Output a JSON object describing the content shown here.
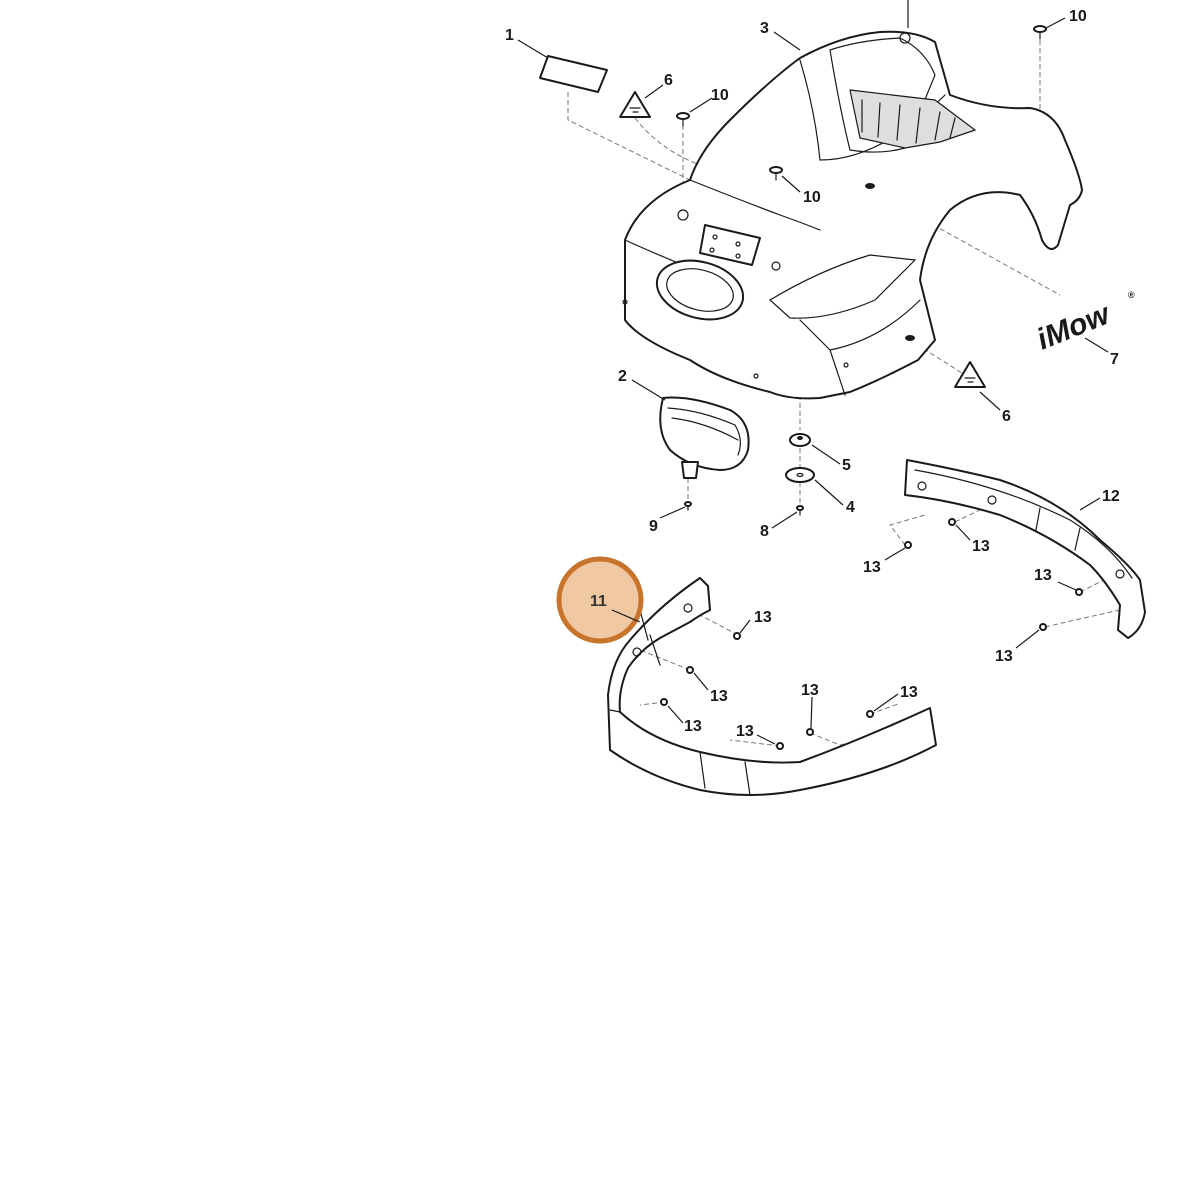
{
  "labels": {
    "l1": "1",
    "l2": "2",
    "l3": "3",
    "l4": "4",
    "l5": "5",
    "l6a": "6",
    "l6b": "6",
    "l7": "7",
    "l8": "8",
    "l9": "9",
    "l10a": "10",
    "l10b": "10",
    "l10c": "10",
    "l11": "11",
    "l12": "12",
    "l13a": "13",
    "l13b": "13",
    "l13c": "13",
    "l13d": "13",
    "l13e": "13",
    "l13f": "13",
    "l13g": "13",
    "l13h": "13",
    "l13i": "13",
    "l13j": "13"
  },
  "brand_decal": "iMow",
  "registered_mark": "®",
  "highlight": {
    "part": "11",
    "color": "#c8742c",
    "fill": "#f0c9a3"
  }
}
